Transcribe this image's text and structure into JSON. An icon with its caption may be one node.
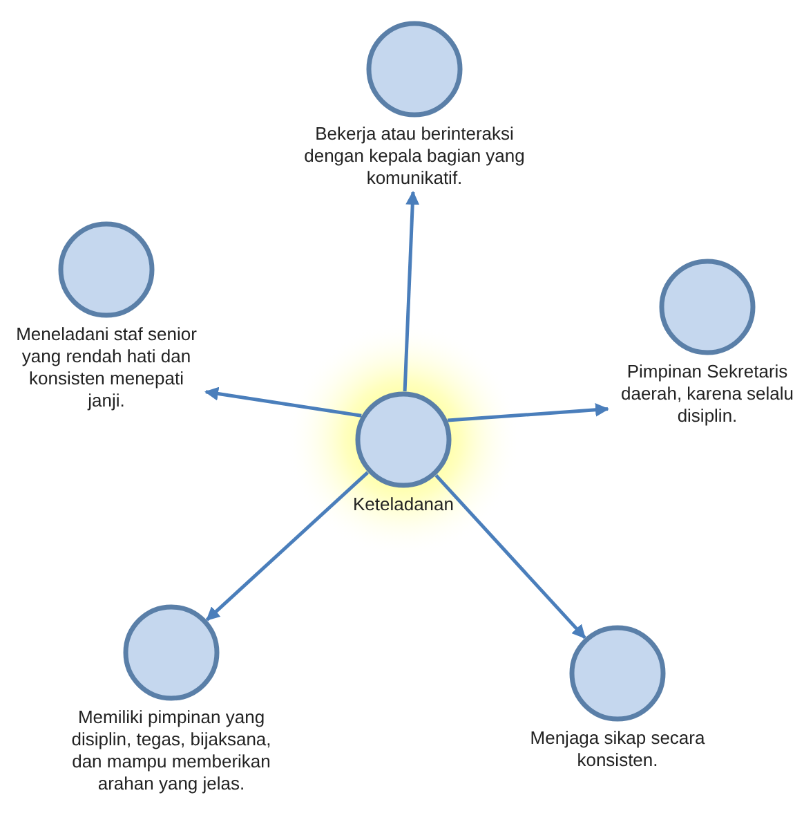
{
  "diagram": {
    "nodes": [
      {
        "text": [
          "Keteladanan"
        ]
      },
      {
        "text": [
          "Bekerja atau berinteraksi dengan kepala bagian yang komunikatif."
        ]
      },
      {
        "text": [
          "Meneladani staf senior yang rendah hati dan konsisten menepati janji."
        ]
      },
      {
        "text": [
          "Pimpinan Sekretaris daerah, karena selalu disiplin."
        ]
      },
      {
        "text": [
          "Memiliki pimpinan yang disiplin, tegas, bijaksana, dan mampu memberikan arahan yang jelas."
        ]
      },
      {
        "text": [
          "Menjaga sikap secara konsisten."
        ]
      }
    ],
    "edges": [
      {
        "from": 0,
        "to": 1,
        "arrow": "to"
      },
      {
        "from": 0,
        "to": 2,
        "arrow": "to"
      },
      {
        "from": 0,
        "to": 3,
        "arrow": "to"
      },
      {
        "from": 0,
        "to": 4,
        "arrow": "to"
      },
      {
        "from": 0,
        "to": 5,
        "arrow": "to"
      }
    ]
  }
}
